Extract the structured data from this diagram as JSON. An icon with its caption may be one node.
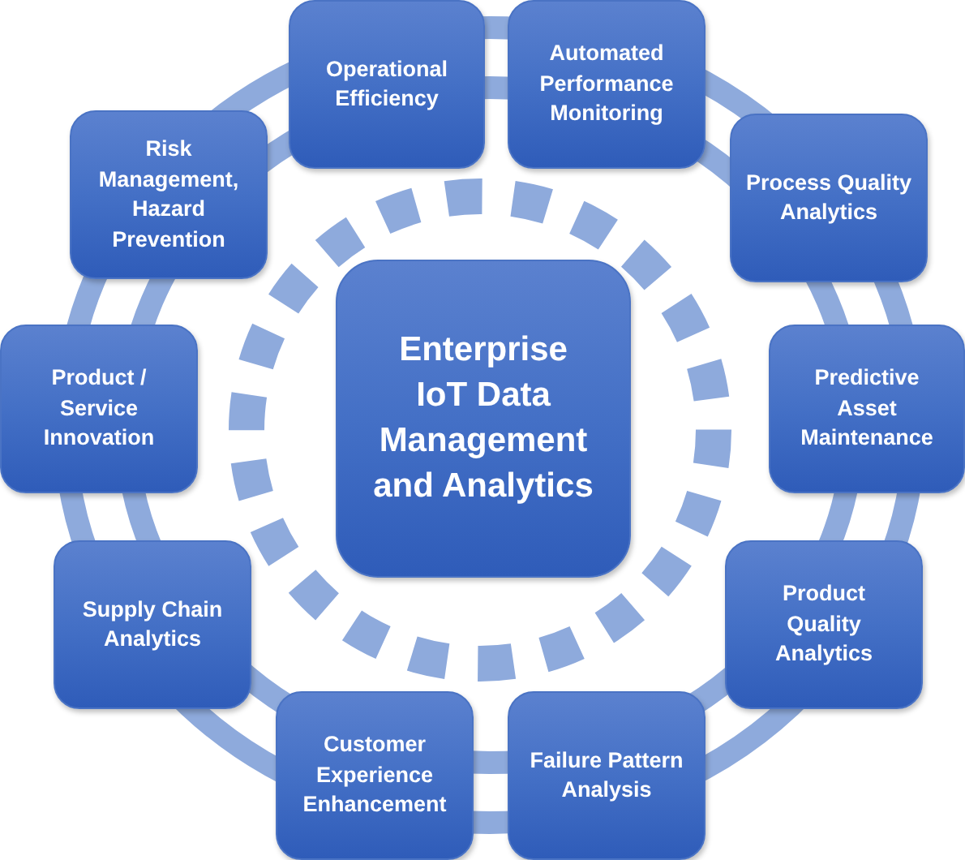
{
  "diagram": {
    "nodes": [
      {
        "text": [
          "Enterprise IoT Data Management and Analytics"
        ]
      },
      {
        "text": [
          "Operational Efficiency"
        ]
      },
      {
        "text": [
          "Automated Performance Monitoring"
        ]
      },
      {
        "text": [
          "Process Quality Analytics"
        ]
      },
      {
        "text": [
          "Predictive Asset Maintenance"
        ]
      },
      {
        "text": [
          "Product Quality Analytics"
        ]
      },
      {
        "text": [
          "Failure Pattern Analysis"
        ]
      },
      {
        "text": [
          "Customer Experience Enhancement"
        ]
      },
      {
        "text": [
          "Supply Chain Analytics"
        ]
      },
      {
        "text": [
          "Product / Service Innovation"
        ]
      },
      {
        "text": [
          "Risk Management, Hazard Prevention"
        ]
      }
    ]
  }
}
